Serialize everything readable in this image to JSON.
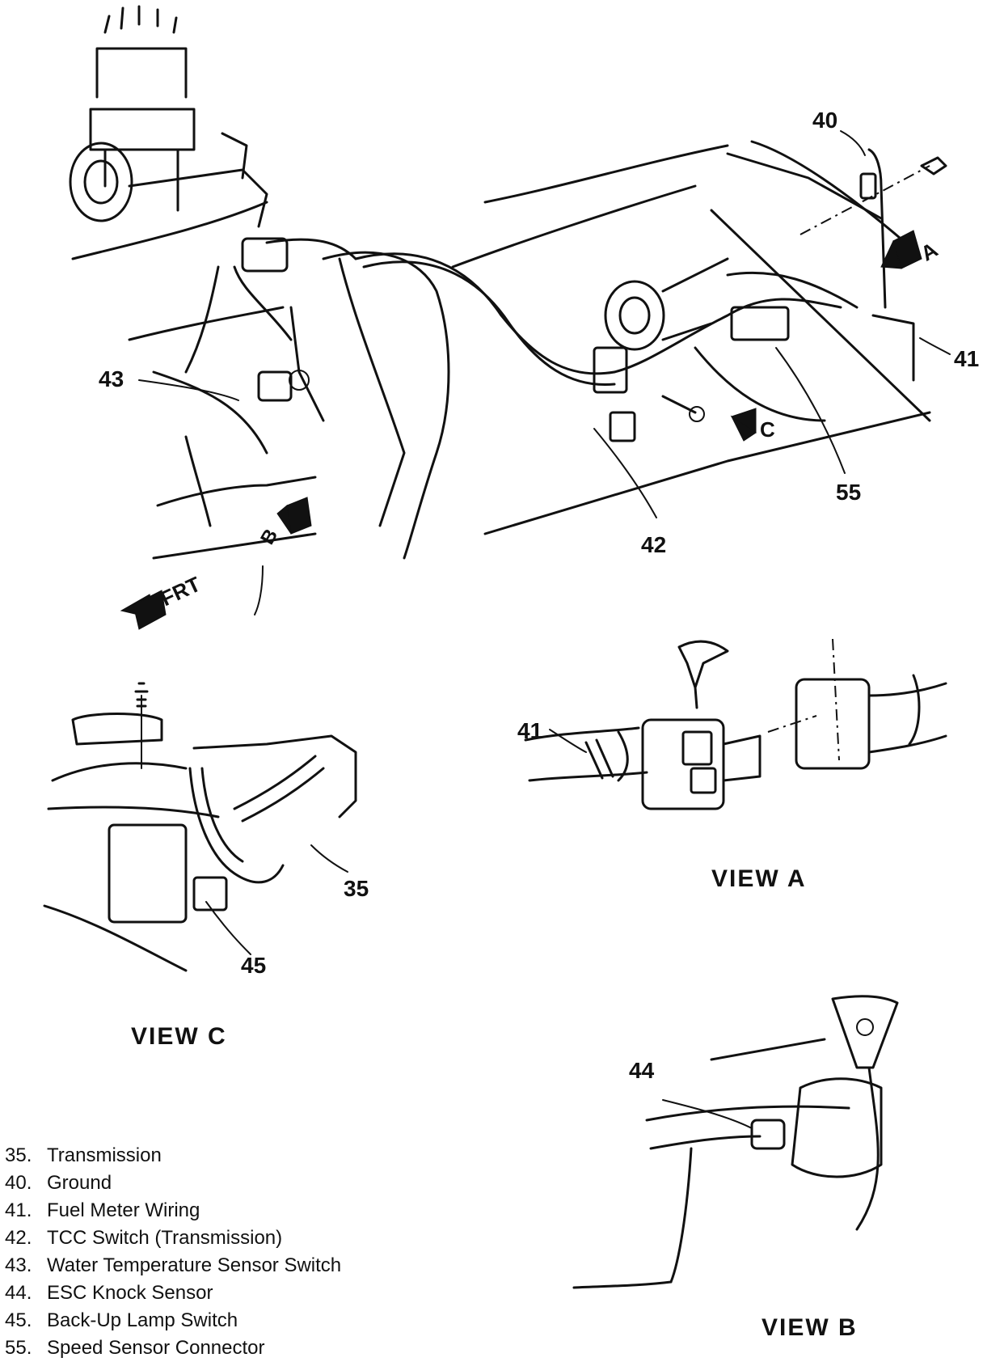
{
  "callouts": {
    "c40": "40",
    "c41_main": "41",
    "c43": "43",
    "c42": "42",
    "c55": "55",
    "c41_view_a": "41",
    "c35": "35",
    "c45": "45",
    "c44": "44"
  },
  "arrows": {
    "a": "A",
    "b": "B",
    "c": "C",
    "front": "FRT"
  },
  "views": {
    "view_a": "VIEW A",
    "view_b": "VIEW B",
    "view_c": "VIEW C"
  },
  "legend": [
    {
      "number": "35.",
      "label": "Transmission"
    },
    {
      "number": "40.",
      "label": "Ground"
    },
    {
      "number": "41.",
      "label": "Fuel Meter Wiring"
    },
    {
      "number": "42.",
      "label": "TCC Switch (Transmission)"
    },
    {
      "number": "43.",
      "label": "Water Temperature Sensor Switch"
    },
    {
      "number": "44.",
      "label": "ESC Knock Sensor"
    },
    {
      "number": "45.",
      "label": "Back-Up Lamp Switch"
    },
    {
      "number": "55.",
      "label": "Speed Sensor Connector"
    }
  ]
}
